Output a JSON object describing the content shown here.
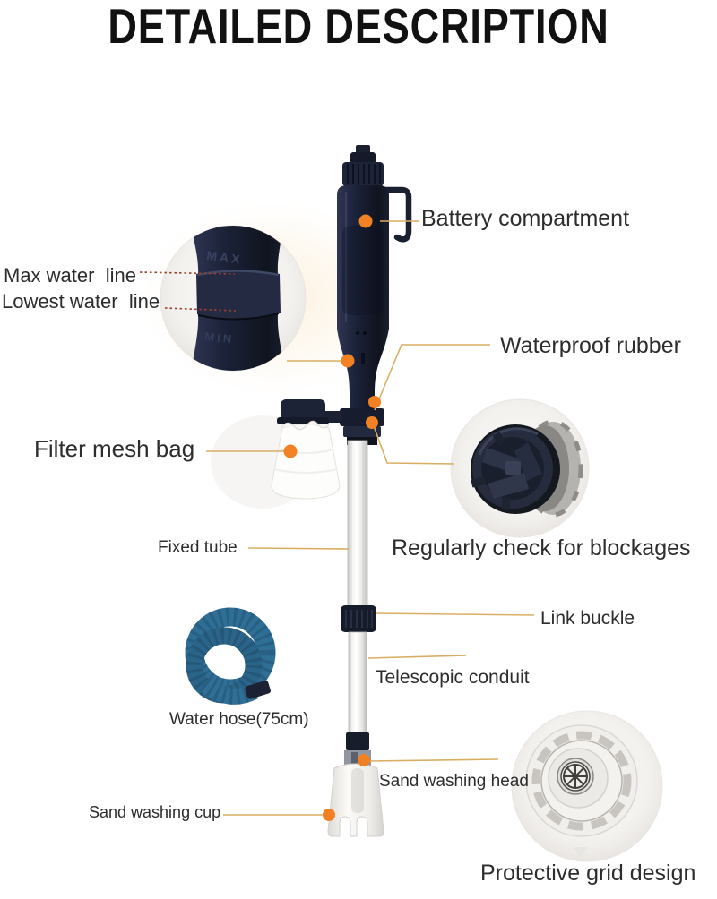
{
  "title": "DETAILED DESCRIPTION",
  "palette": {
    "accent_orange": "#f28123",
    "leader_tan": "#d9ae62",
    "dotted_red": "#9c3f2c",
    "product_navy": "#1b2133",
    "hose_blue": "#2f6f96",
    "label_text": "#2d2d2d"
  },
  "labels": {
    "battery_compartment": "Battery compartment",
    "max_water_line": "Max water  line",
    "lowest_water_line": "Lowest water  line",
    "waterproof_rubber": "Waterproof rubber",
    "filter_mesh_bag": "Filter mesh bag",
    "fixed_tube": "Fixed tube",
    "regularly_check": "Regularly check for blockages",
    "link_buckle": "Link buckle",
    "telescopic_conduit": "Telescopic conduit",
    "water_hose": "Water hose(75cm)",
    "sand_washing_head": "Sand washing head",
    "sand_washing_cup": "Sand washing cup",
    "protective_grid": "Protective grid design"
  },
  "inset_markings": {
    "max": "MAX",
    "min": "MIN"
  }
}
